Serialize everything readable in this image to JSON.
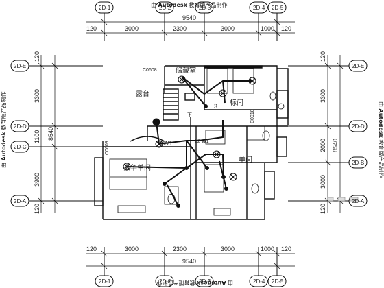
{
  "watermark": {
    "prefix": "由",
    "brand": "Autodesk",
    "suffix": "教育版产品制作"
  },
  "top_axes": [
    "2D-1",
    "2D-2",
    "2D-3",
    "2D-4",
    "2D-5"
  ],
  "bottom_axes": [
    "2D-1",
    "2D-2",
    "2D-3",
    "2D-4",
    "2D-5"
  ],
  "left_axes": [
    "2D-E",
    "2D-D",
    "2D-C",
    "2D-A"
  ],
  "right_axes": [
    "2D-E",
    "2D-D",
    "2D-B",
    "2D-A"
  ],
  "top_dims": {
    "total": "9540",
    "d120a": "120",
    "d3000a": "3000",
    "d2300": "2300",
    "d3000b": "3000",
    "d1000": "1000",
    "d120b": "120"
  },
  "bottom_dims": {
    "total": "9540",
    "d120a": "120",
    "d3000a": "3000",
    "d2300": "2300",
    "d3000b": "3000",
    "d1000": "1000",
    "d120b": "120"
  },
  "left_dims": {
    "d120a": "120",
    "d3300": "3300",
    "d1100": "1100",
    "total": "8540",
    "d3900": "3900",
    "d120b": "120"
  },
  "right_dims": {
    "d120a": "120",
    "d3300": "3300",
    "d2000": "2000",
    "total": "8540",
    "d3000": "3000",
    "d120b": "120"
  },
  "rooms": {
    "storage": "储藏室",
    "terrace": "露台",
    "standard": "标间",
    "luxury_single": "豪华单间",
    "single": "单间"
  },
  "labels": {
    "window_c0608": "C0608",
    "window_c0918": "C0918",
    "window_c0609": "C0609",
    "circuit_w1": "W1",
    "circuit_l2": "L2",
    "circuit_w1b": "W1",
    "down": "下",
    "num3": "3"
  }
}
